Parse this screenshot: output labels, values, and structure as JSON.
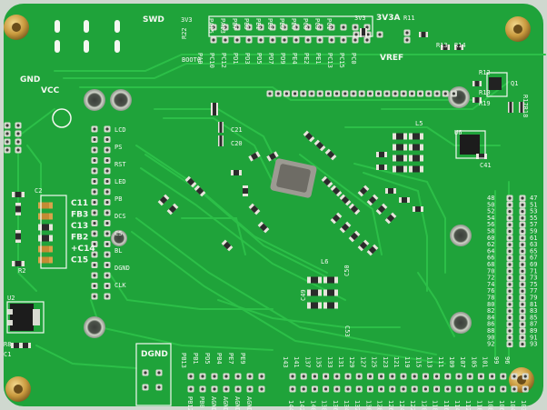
{
  "board": {
    "colors": {
      "mask": "#1fa33a",
      "mask_dark": "#158a2c",
      "trace": "#2cbf48",
      "silk": "#f4f7f1",
      "pad": "#d9dbd2",
      "gold": "#c9a24a"
    },
    "labels": {
      "swd": "SWD",
      "v3v3": "3V3",
      "r22": "R22",
      "boot0": "BOOT0",
      "vcc3": "3V3",
      "v3v3a": "3V3A",
      "r11": "R11",
      "vref": "VREF",
      "r13": "R13",
      "r14": "R14",
      "r12": "R12",
      "q1": "Q1",
      "r10": "R10",
      "r19": "R19",
      "r17r18": "R17R18",
      "gnd": "GND",
      "vcc": "VCC",
      "c21": "C21",
      "c20": "C20",
      "u6": "U6",
      "c41": "C41",
      "u2": "U2",
      "r8": "R8",
      "c1": "C1",
      "c2": "C2",
      "r2": "R2",
      "dgnd": "DGND",
      "l6": "L6",
      "l5": "L5",
      "c53": "C53",
      "c49": "C49",
      "c50": "C50"
    },
    "left_caps": [
      "C11",
      "FB3",
      "C13",
      "FB2",
      "+C14",
      "C15"
    ],
    "top_pins_top": [
      "PA15",
      "PA13",
      "PB7",
      "PB5",
      "PE1",
      "PE3",
      "PE5",
      "PE6",
      "PC0",
      "PC3",
      "PC1"
    ],
    "top_pins_bottom": [
      "PA9",
      "PC10",
      "PC12",
      "PD1",
      "PD3",
      "PD5",
      "PD7",
      "PD9",
      "PE4",
      "PE2",
      "PE1",
      "PC13",
      "PC15",
      "PC0"
    ],
    "right_pins_left": [
      "48",
      "50",
      "52",
      "54",
      "56",
      "58",
      "60",
      "62",
      "64",
      "66",
      "68",
      "70",
      "72",
      "74",
      "76",
      "78",
      "80",
      "82",
      "84",
      "86",
      "88",
      "90",
      "92"
    ],
    "right_pins_right": [
      "47",
      "51",
      "53",
      "55",
      "57",
      "59",
      "61",
      "63",
      "65",
      "67",
      "69",
      "71",
      "73",
      "75",
      "77",
      "79",
      "81",
      "83",
      "85",
      "87",
      "89",
      "91",
      "93"
    ],
    "bottom_pins_top": [
      "143",
      "141",
      "137",
      "135",
      "133",
      "131",
      "129",
      "127",
      "125",
      "123",
      "121",
      "119",
      "115",
      "113",
      "111",
      "109",
      "107",
      "105",
      "101",
      "99",
      "96"
    ],
    "bottom_pins_bottom": [
      "144",
      "142",
      "140",
      "138",
      "136",
      "134",
      "132",
      "130",
      "128",
      "126",
      "124",
      "122",
      "120",
      "118",
      "116",
      "114",
      "112",
      "110",
      "108",
      "106",
      "104",
      "103"
    ],
    "bottom_left_pins": [
      "PB13",
      "PB1",
      "PD5",
      "PB4",
      "PE7",
      "PE9"
    ],
    "bottom_left_pins2": [
      "PB12",
      "PB0",
      "AGND",
      "AGND",
      "AGND",
      "AGND"
    ],
    "center_labels": [
      "LCD",
      "PS",
      "RST",
      "LED",
      "PB",
      "DCS",
      "CS",
      "BL",
      "DGND",
      "CLK"
    ]
  }
}
